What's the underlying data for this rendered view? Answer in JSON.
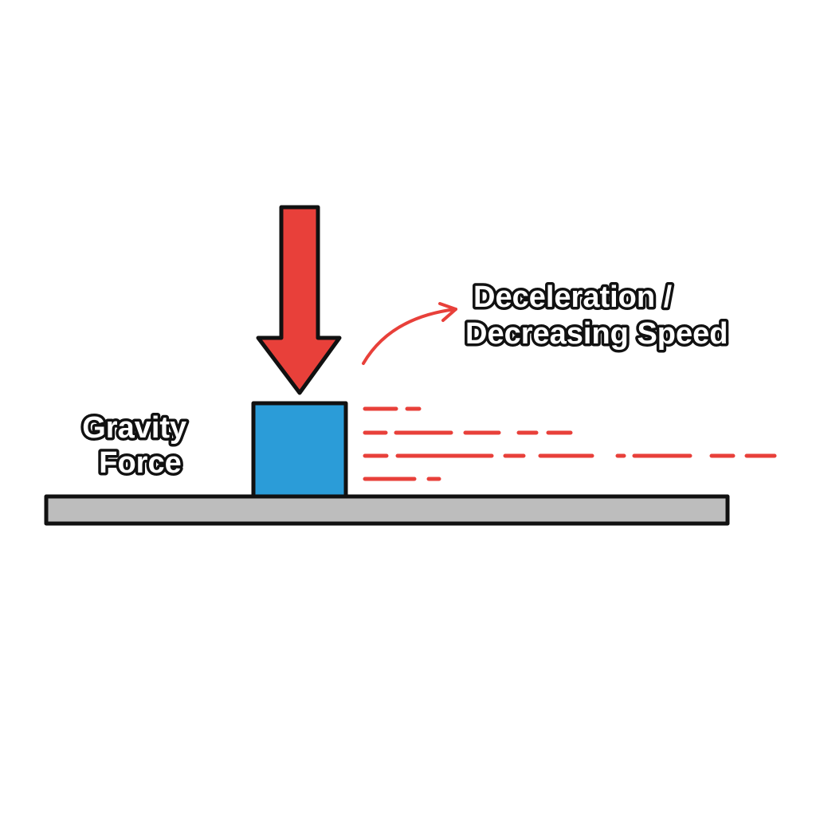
{
  "labels": {
    "gravity": [
      "Gravity",
      "Force"
    ],
    "deceleration": [
      "Deceleration /",
      "Decreasing Speed"
    ]
  },
  "colors": {
    "background": "#ffffff",
    "arrow": "#e8403a",
    "block": "#2b9cd8",
    "ground": "#bdbdbd",
    "outline": "#111111",
    "motion_lines": "#e8403a"
  },
  "icons": {
    "gravity_arrow": "arrow-down-icon",
    "deceleration_arrow": "curved-arrow-icon"
  }
}
